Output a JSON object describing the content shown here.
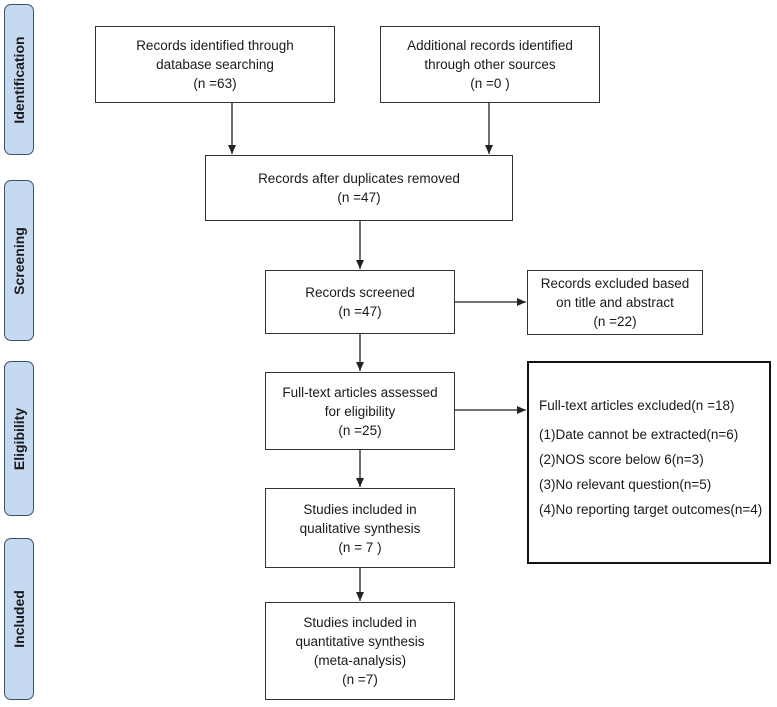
{
  "phases": {
    "identification": "Identification",
    "screening": "Screening",
    "eligibility": "Eligibility",
    "included": "Included"
  },
  "boxes": {
    "database": {
      "lines": [
        "Records identified through",
        "database searching",
        "(n =63)"
      ]
    },
    "other_sources": {
      "lines": [
        "Additional records identified",
        "through other sources",
        "(n =0 )"
      ]
    },
    "after_duplicates": {
      "lines": [
        "Records after duplicates removed",
        "(n =47)"
      ]
    },
    "screened": {
      "lines": [
        "Records screened",
        "(n =47)"
      ]
    },
    "excluded_title": {
      "lines": [
        "Records excluded based",
        "on title and abstract",
        "(n =22)"
      ]
    },
    "fulltext": {
      "lines": [
        "Full-text articles assessed",
        "for eligibility",
        "(n =25)"
      ]
    },
    "qualitative": {
      "lines": [
        "Studies included in",
        "qualitative synthesis",
        "(n = 7 )"
      ]
    },
    "quantitative": {
      "lines": [
        "Studies included in",
        "quantitative synthesis",
        "(meta-analysis)",
        "(n =7)"
      ]
    }
  },
  "fulltext_excluded": {
    "header": "Full-text articles excluded(n =18)",
    "reasons": [
      "(1)Date cannot be extracted(n=6)",
      "(2)NOS score below 6(n=3)",
      "(3)No relevant question(n=5)",
      "(4)No reporting target outcomes(n=4)"
    ]
  },
  "colors": {
    "phase_fill": "#c5d9f1",
    "phase_border": "#3a4e6e",
    "box_border": "#333333",
    "arrow": "#222222"
  }
}
